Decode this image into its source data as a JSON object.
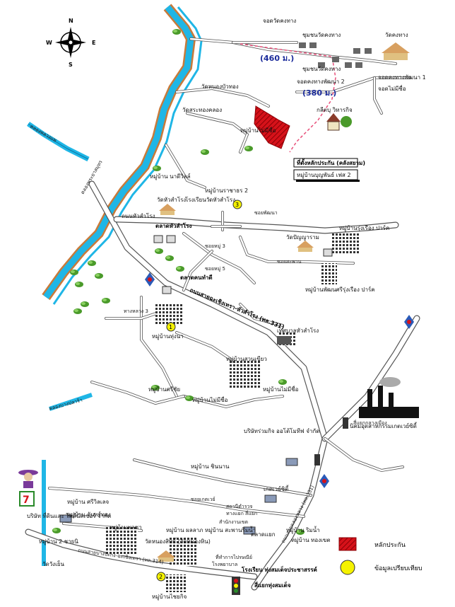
{
  "compass": {
    "n": "N",
    "s": "S",
    "e": "E",
    "w": "W"
  },
  "labels": {
    "jodwat": "จอดวัดคงทาง",
    "chumchon1": "ชุมชนวัดคงทาง",
    "chumchon2": "ชุมชนวัดคงทาง",
    "watkongthang": "วัดคงทาง",
    "dist460": "(460 ม.)",
    "dist380": "(380 ม.)",
    "jodkong2": "จอดคงทางพัฒนา 2",
    "jodkong1": "จอดคงทางพัฒนา 1",
    "jodmai": "จอดไม่มีชื่อ",
    "klathong": "กลีตบุ วิหารกิจ",
    "watnongbua": "วัดหนองบัวทอง",
    "watsrakaew": "วัดสระทองคลอง",
    "mbmaimichue1": "หมู่บ้านไม่มีชื่อ",
    "thiphang": "ที่ตั้งหลักประกัน (คลังสยาม)",
    "mbboon": "หมู่บ้านบุญพันธ์ เฟส 2",
    "mbnadee": "หมู่บ้าน นาดีวิลล์",
    "watsamrong": "วัดหัวสำโรง",
    "rongrian": "โรงเรียนวัดหัวสำโรง",
    "mbraj": "หมู่บ้านราชาธร 2",
    "thanonsamrong": "ถนนหัวสำโรง",
    "talad": "ตลาดหัวสำโรง",
    "watsukaram": "วัดปัญญาราม",
    "mbrungrueang": "หมู่บ้านรุ่งเรือง ปาร์ค",
    "mbsrirung": "หมู่บ้านพัฒนศรีรุ่งเรือง ปาร์ค",
    "taladkrua": "ตลาดคนทำดี",
    "mainroad": "ถนนสายฉะเชิงเทรา-หัวสำโรง (ทล.331)",
    "mbtoong": "หมู่บ้านทุ่งนา",
    "tesaban": "เทศบาลหัวสำโรง",
    "mbsuan": "หมู่บ้านสวนเขียว",
    "mbsirichai": "หมู่บ้านศรีชัย",
    "mbmaimichue2": "หมู่บ้านไม่มีชื่อ",
    "mbmaimichue3": "หมู่บ้านไม่มีชื่อ",
    "nikom": "นิคมอุตสาหกรรมเกตเวย์ซิตี้",
    "company": "บริษัทร่วมกิจ ออโต้โมทีฟ จำกัด",
    "mbchinnan": "หมู่บ้าน ชินนาน",
    "gateway": "เกตเวย์ซิตี้",
    "mbriver": "หมู่บ้าน ริมน้ำ",
    "company2": "บริษัท ที่ดินและ โคลีนัสเซอร์ จำกัด",
    "mb2": "หมู่บ้าน 2 ชายนิ",
    "mbsiri": "หมู่บ้าน ศรีวิลเลจ",
    "mbchanthong": "หมู่บ้าน จันทร์ทอง",
    "mbphoncha": "หมู่บ้านพลชา",
    "mbphanlop": "หมู่บ้าน ผลลาภ",
    "watnongsit": "วัดหนองสิทธิ์ (วัดหนองหิน)",
    "mbsapan": "หมู่บ้าน สะพานริมน้ำ",
    "watwangyen": "วัดวังเย็น",
    "trafficlight": "สี่แยกกลางเมือง",
    "rongrianthung": "โรงเรียน ทุ่งสมเด็จประชาสรรค์",
    "mbkhao": "หมู่บ้านไชยกิจ",
    "mbthongkhet": "หมู่บ้าน ทองเขต",
    "taladsi": "ตลาดแยก",
    "sikrong": "สี่แยกทุ่งสมเด็จ",
    "road314": "ถนนสายบางปะกง-ฉะเชิงเทรา (ทล.314)",
    "road331b": "ถนนสายคลองหลวง (ทล.331)",
    "canal": "คลองพระยาสมุทร",
    "canal2": "คลองหลวงแพ",
    "roadleft": "ทางหลวง 3",
    "roadmid": "ซอยหมู่ 3",
    "roadmid2": "ซอยหมู่ 5",
    "roadw": "ซอยพัฒนา",
    "roadright": "ซอยสะพาน",
    "soigate": "ซอยเกตเวย์",
    "leftcanal": "คลองบางปลาร้า",
    "station": "สถานีตำรวจ",
    "minor1": "ทางแยก สี่แยก",
    "minor2": "สำนักงานเขต",
    "minor3": "ที่ทำการไปรษณีย์",
    "minor4": "โรงพยาบาล"
  },
  "markers": {
    "m1": "1",
    "m2": "2",
    "m3": "3"
  },
  "legend": {
    "collateral": "หลักประกัน",
    "comparables": "ข้อมูลเปรียบเทียบ"
  },
  "colors": {
    "canal": "#1fb6e6",
    "canal_edge": "#c87a3a",
    "collateral": "#d6121a",
    "marker": "#f5f200",
    "road_edge": "#555555",
    "route_dash": "#e8507a"
  },
  "icons": [
    "compass-icon",
    "temple-icon",
    "tree-icon",
    "factory-icon",
    "seven-eleven-logo",
    "traffic-light-icon",
    "gas-station-icon",
    "school-icon",
    "market-icon",
    "village-icon"
  ]
}
